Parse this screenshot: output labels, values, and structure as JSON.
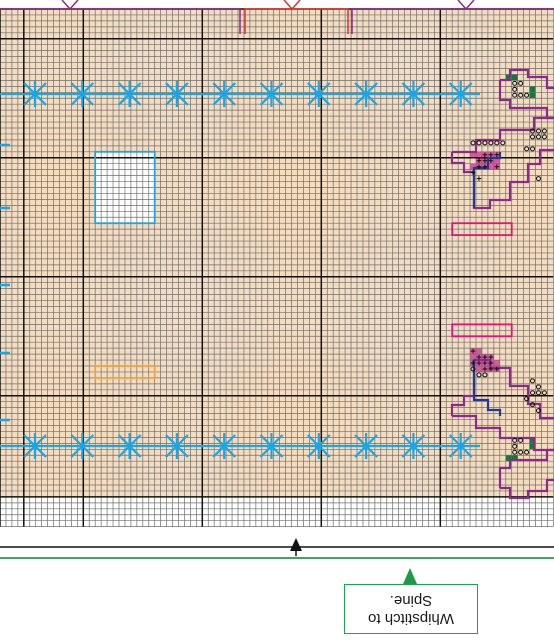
{
  "chart_data": {
    "type": "pattern",
    "note": {
      "line1": "Whipstitch to",
      "line2": "Spine."
    }
  },
  "colors": {
    "canvas": "#f3dcc0",
    "grid_minor": "#6e6e6e",
    "grid_major": "#111111",
    "cyan": "#1aa5e6",
    "purple": "#8b2a8a",
    "pink": "#e0559f",
    "magenta": "#e0147a",
    "green": "#1f9a48",
    "dark_green": "#127a38",
    "orange": "#f4a33a",
    "red": "#e0342a",
    "navy": "#1f3a93",
    "black": "#111111"
  }
}
